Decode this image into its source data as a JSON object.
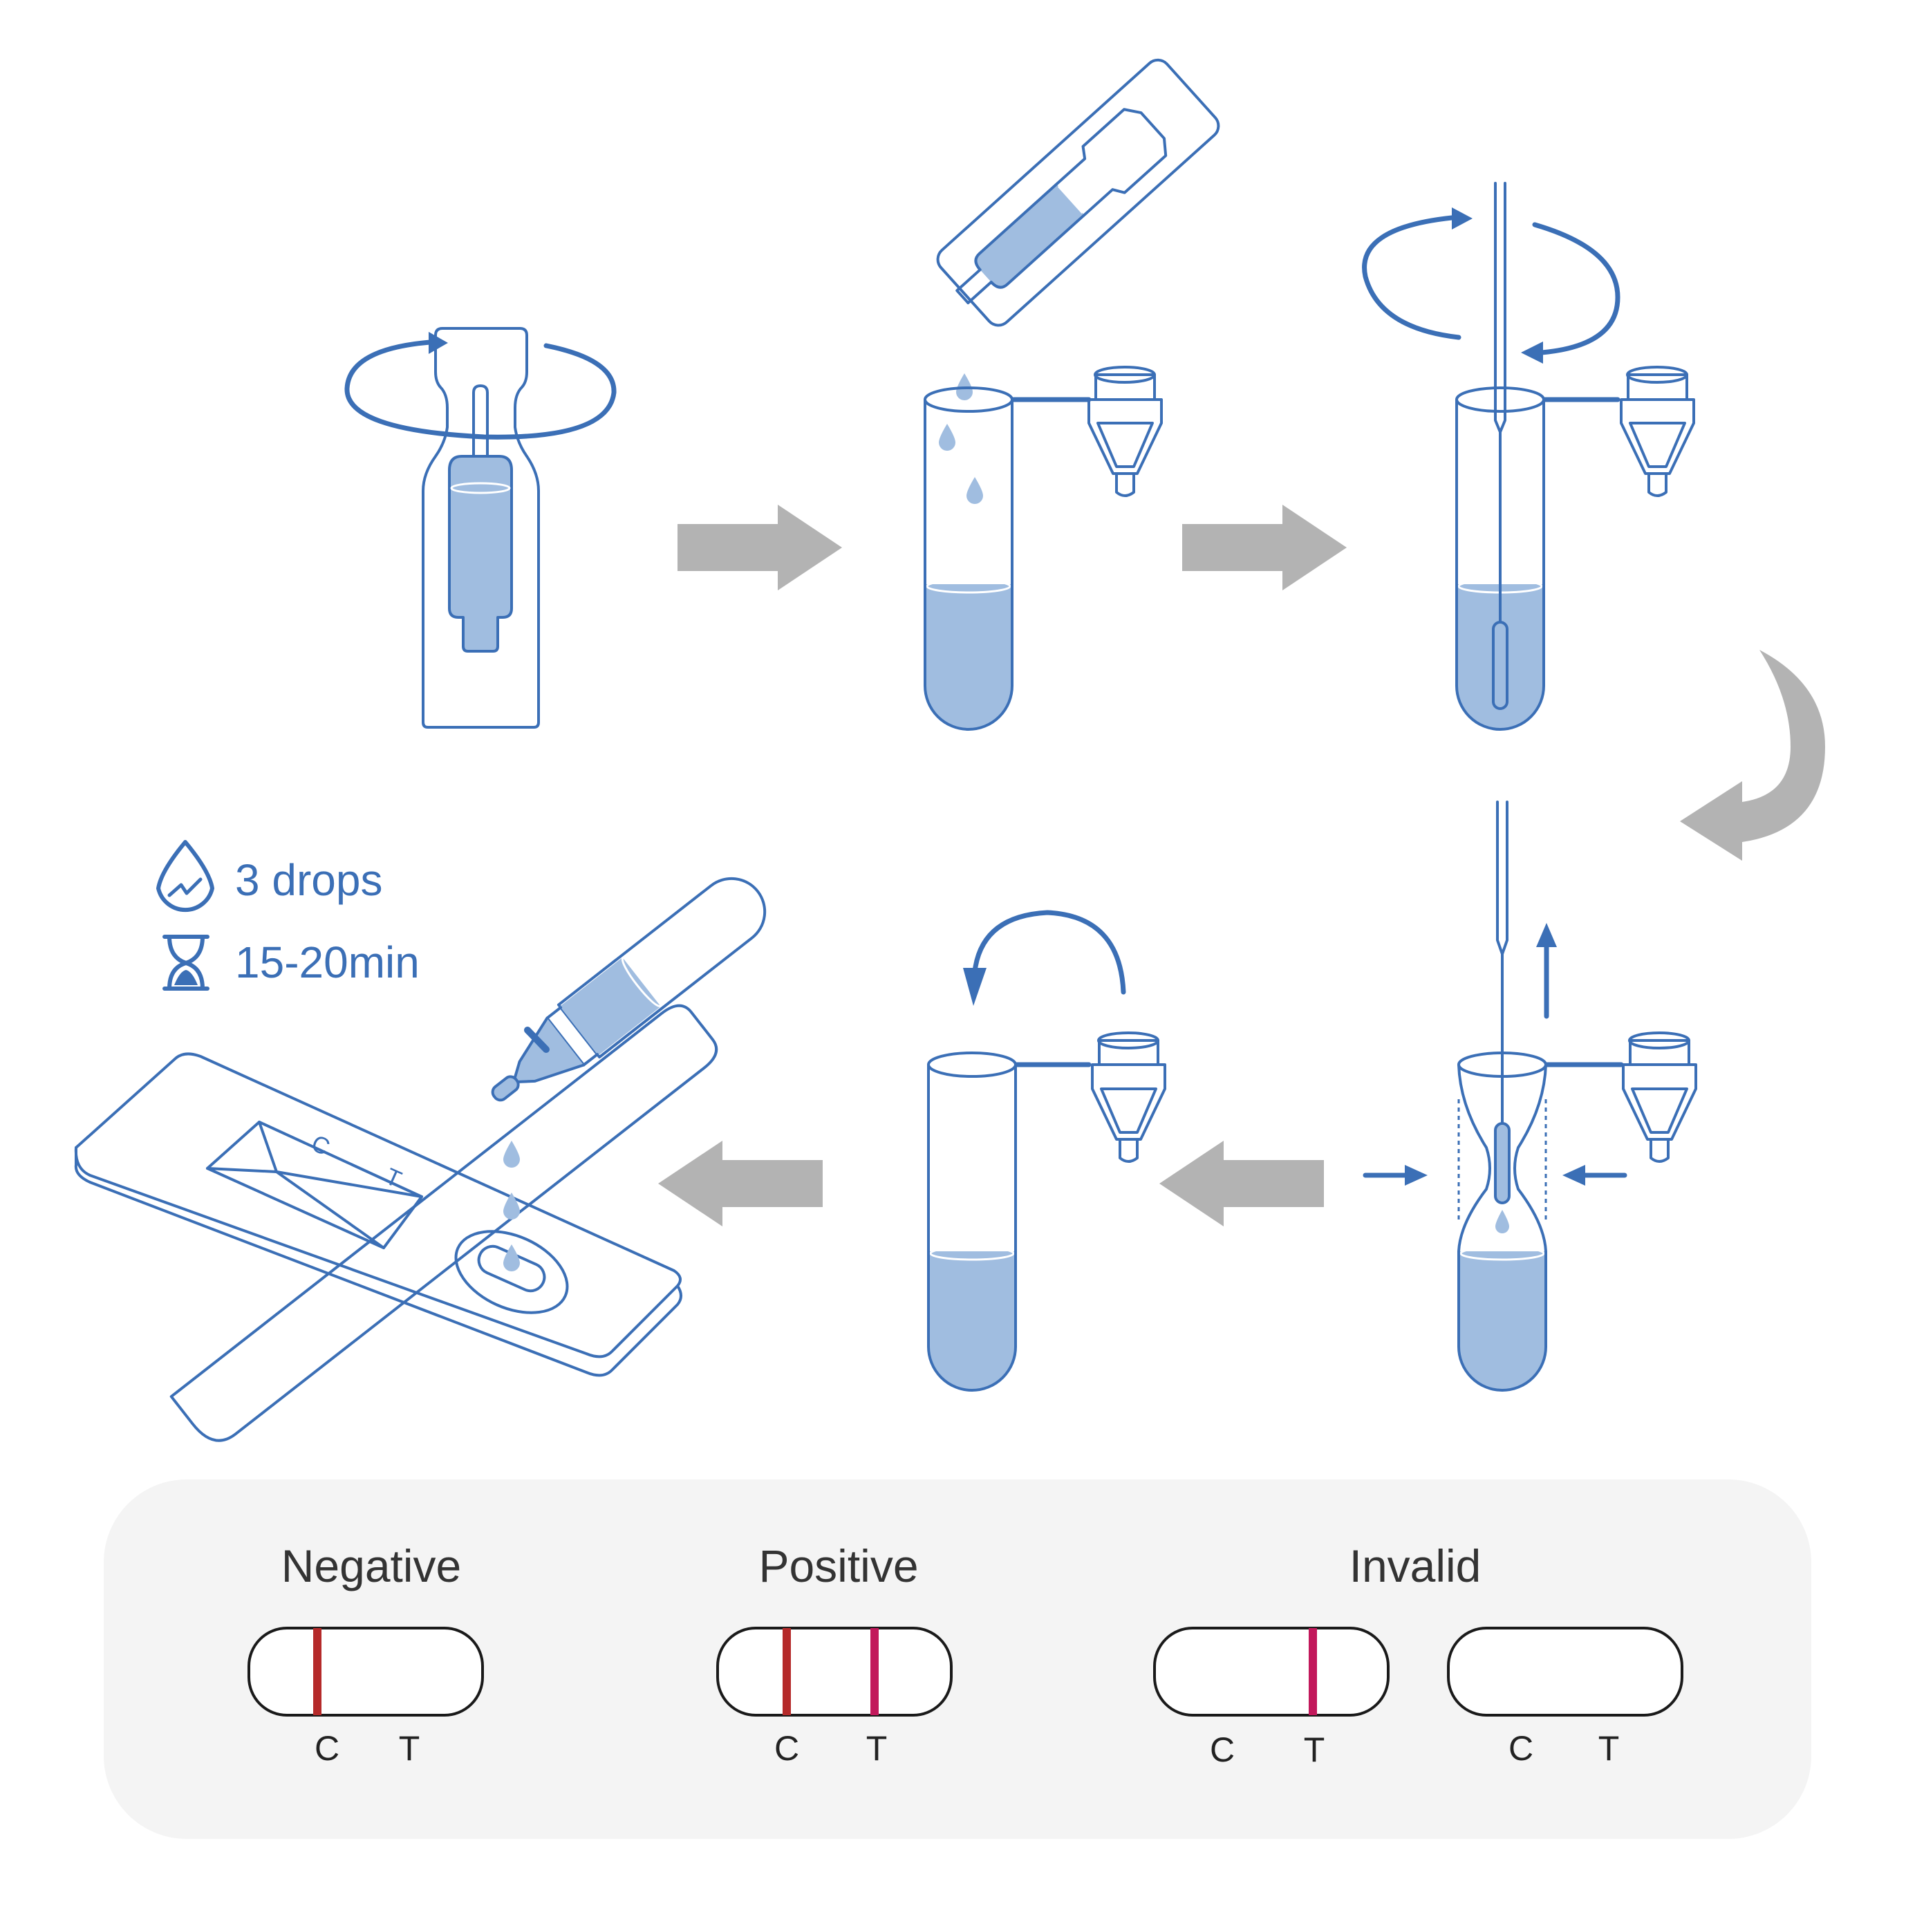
{
  "info": {
    "drops_label": "3 drops",
    "time_label": "15-20min",
    "drops_icon": "drop-icon",
    "time_icon": "hourglass-icon"
  },
  "colors": {
    "outline": "#3b6fb6",
    "liquid": "#a0bde0",
    "process_arrow": "#b3b3b3",
    "results_panel": "#f4f4f4",
    "control_line": "#b52a2a",
    "test_line": "#c2185b"
  },
  "test_device_marks": {
    "c": "C",
    "t": "T"
  },
  "results": {
    "negative": {
      "title": "Negative",
      "c": "C",
      "t": "T",
      "lines": [
        "C"
      ]
    },
    "positive": {
      "title": "Positive",
      "c": "C",
      "t": "T",
      "lines": [
        "C",
        "T"
      ]
    },
    "invalid": {
      "title": "Invalid",
      "strips": [
        {
          "c": "C",
          "t": "T",
          "lines": [
            "T"
          ]
        },
        {
          "c": "C",
          "t": "T",
          "lines": []
        }
      ]
    }
  }
}
